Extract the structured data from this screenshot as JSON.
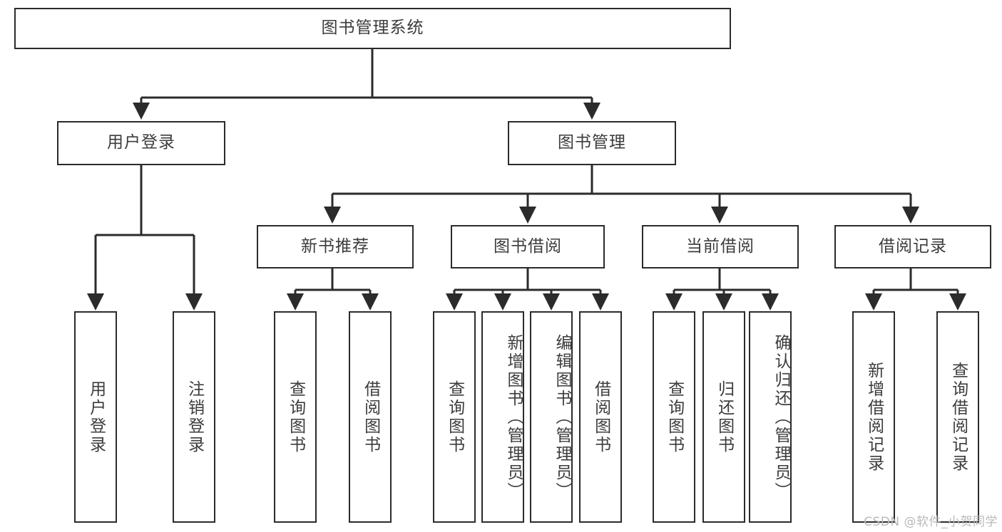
{
  "diagram": {
    "title": "图书管理系统",
    "type": "tree-hierarchy",
    "watermark": "CSDN @软件_小贺同学",
    "colors": {
      "stroke": "#2b2b2b",
      "text": "#3c3c3c",
      "background": "#ffffff",
      "watermark": "#b9b9b9"
    },
    "nodes": {
      "root": {
        "label": "图书管理系统"
      },
      "level2": [
        {
          "id": "user-login",
          "label": "用户登录"
        },
        {
          "id": "book-management",
          "label": "图书管理"
        }
      ],
      "level3": [
        {
          "id": "new-book-recommend",
          "label": "新书推荐"
        },
        {
          "id": "book-borrow",
          "label": "图书借阅"
        },
        {
          "id": "current-borrow",
          "label": "当前借阅"
        },
        {
          "id": "borrow-record",
          "label": "借阅记录"
        }
      ],
      "leaves": {
        "user-login": [
          {
            "id": "leaf-user-login",
            "label": "用户登录"
          },
          {
            "id": "leaf-logout-login",
            "label": "注销登录"
          }
        ],
        "new-book-recommend": [
          {
            "id": "leaf-query-book-1",
            "label": "查询图书"
          },
          {
            "id": "leaf-borrow-book-1",
            "label": "借阅图书"
          }
        ],
        "book-borrow": [
          {
            "id": "leaf-query-book-2",
            "label": "查询图书"
          },
          {
            "id": "leaf-add-book",
            "label": "新增图书（管理员）"
          },
          {
            "id": "leaf-edit-book",
            "label": "编辑图书（管理员）"
          },
          {
            "id": "leaf-borrow-book-2",
            "label": "借阅图书"
          }
        ],
        "current-borrow": [
          {
            "id": "leaf-query-book-3",
            "label": "查询图书"
          },
          {
            "id": "leaf-return-book",
            "label": "归还图书"
          },
          {
            "id": "leaf-confirm-return",
            "label": "确认归还（管理员）"
          }
        ],
        "borrow-record": [
          {
            "id": "leaf-add-record",
            "label": "新增借阅记录"
          },
          {
            "id": "leaf-query-record",
            "label": "查询借阅记录"
          }
        ]
      }
    }
  }
}
